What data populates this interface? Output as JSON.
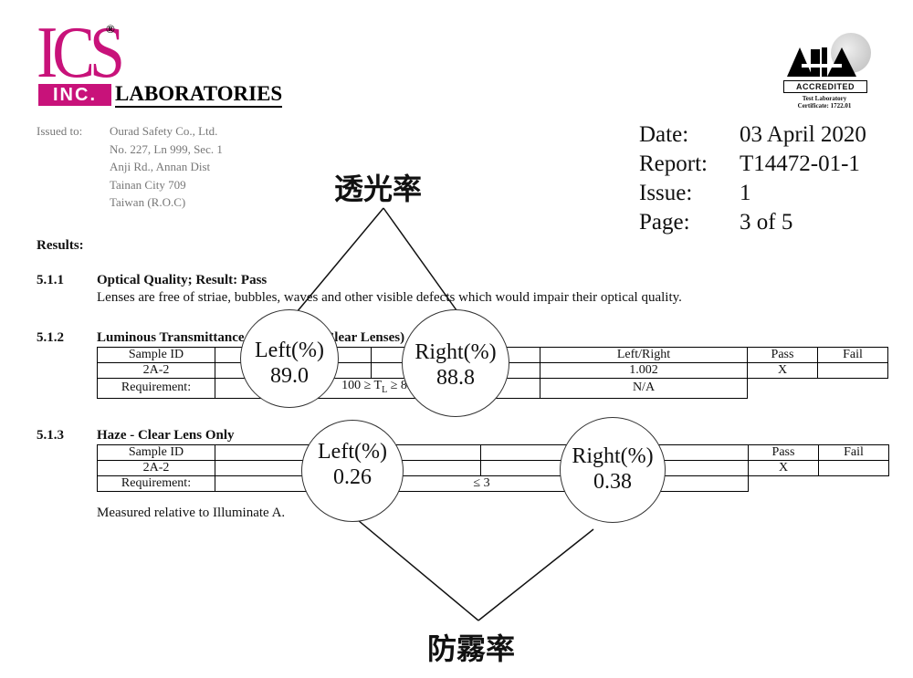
{
  "logo": {
    "mark": "ICS",
    "registered": "®",
    "inc": "INC.",
    "laboratories": "LABORATORIES"
  },
  "accreditation": {
    "badge": "ACCREDITED",
    "line1": "Test Laboratory",
    "line2": "Certificate: 1722.01"
  },
  "issued": {
    "label": "Issued to:",
    "lines": [
      "Ourad Safety Co., Ltd.",
      "No. 227, Ln 999, Sec. 1",
      "Anji Rd., Annan Dist",
      "Tainan City 709",
      "Taiwan (R.O.C)"
    ]
  },
  "report_info": {
    "date_label": "Date:",
    "date": "03 April 2020",
    "report_label": "Report:",
    "report": "T14472-01-1",
    "issue_label": "Issue:",
    "issue": "1",
    "page_label": "Page:",
    "page": "3 of 5"
  },
  "results_heading": "Results:",
  "sec511": {
    "num": "5.1.1",
    "title": "Optical Quality; Result:  Pass",
    "text": "Lenses are free of striae, bubbles, waves and other visible defects which would impair their optical quality."
  },
  "sec512": {
    "num": "5.1.2",
    "title": "Luminous Transmittance (Tv) - II LA (Clear Lenses)",
    "header": [
      "Sample ID",
      "",
      "",
      "Left/Right",
      "Pass",
      "Fail"
    ],
    "row": [
      "2A-2",
      "",
      "",
      "1.002",
      "X",
      ""
    ],
    "req_label": "Requirement:",
    "req_value": "100 ≥ T",
    "req_sub": "L",
    "req_tail": " ≥ 85",
    "req_na": "N/A"
  },
  "sec513": {
    "num": "5.1.3",
    "title": "Haze - Clear Lens Only",
    "header": [
      "Sample ID",
      "",
      "",
      "Pass",
      "Fail"
    ],
    "row": [
      "2A-2",
      "",
      "0.38",
      "X",
      ""
    ],
    "req_label": "Requirement:",
    "req_value": "≤ 3",
    "note": "Measured relative to Illuminate A."
  },
  "callouts": {
    "transmittance_label": "透光率",
    "antifog_label": "防霧率",
    "t_left_label": "Left(%)",
    "t_left_value": "89.0",
    "t_right_label": "Right(%)",
    "t_right_value": "88.8",
    "h_left_label": "Left(%)",
    "h_left_value": "0.26",
    "h_right_label": "Right(%)",
    "h_right_value": "0.38"
  }
}
